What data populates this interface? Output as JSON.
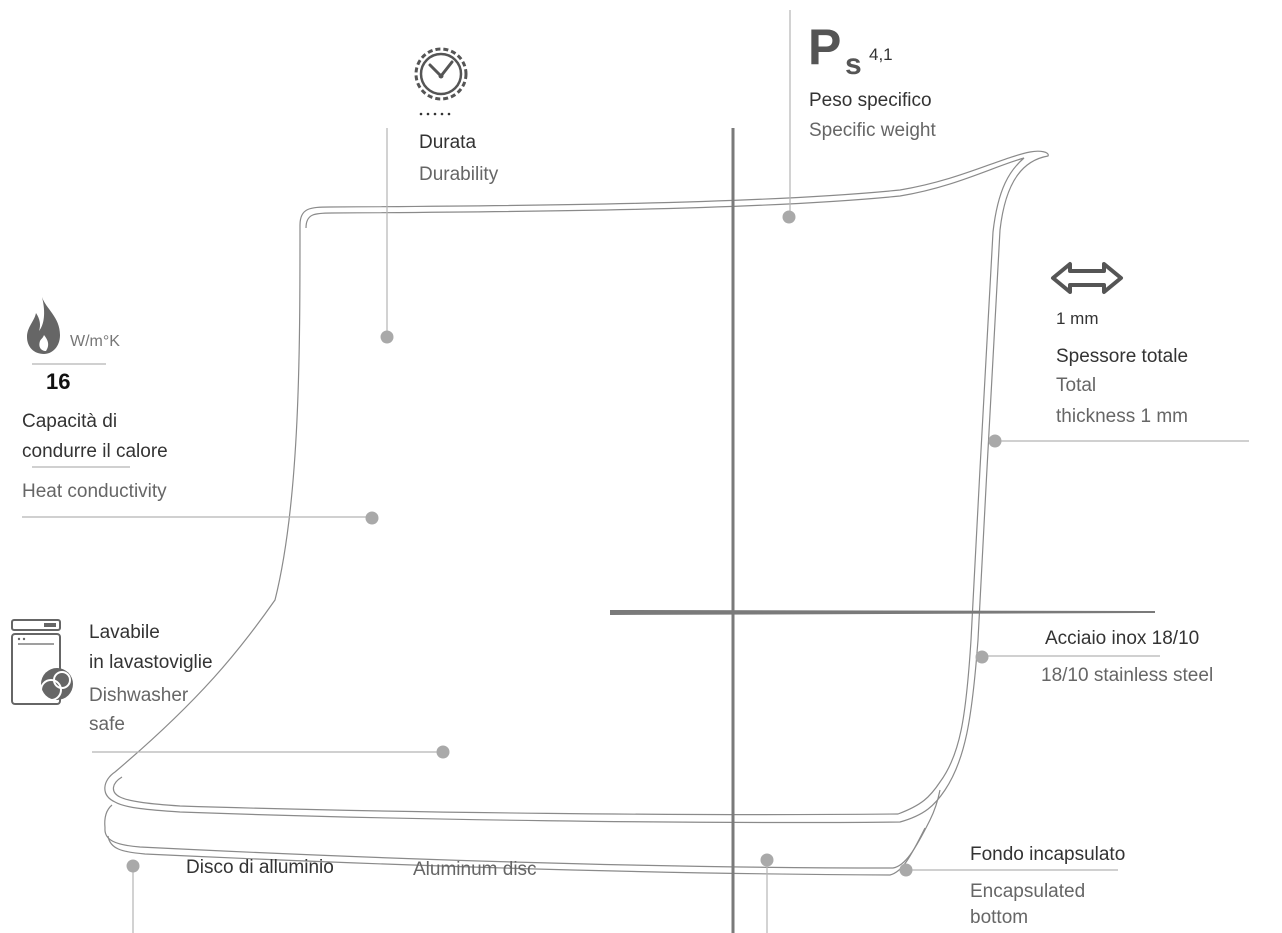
{
  "colors": {
    "line": "#b5b5b5",
    "dot": "#a9a9a9",
    "pan": "#888888",
    "axis": "#7a7a7a",
    "icon": "#666666"
  },
  "durability": {
    "icon": "clock-icon",
    "it": "Durata",
    "en": "Durability"
  },
  "specific_weight": {
    "icon": "ps-icon",
    "symbol": "P",
    "subscript": "s",
    "value": "4,1",
    "it": "Peso specifico",
    "en": "Specific weight"
  },
  "heat": {
    "icon": "flame-icon",
    "unit": "W/m°K",
    "value": "16",
    "it_line1": "Capacità di",
    "it_line2": "condurre il calore",
    "en": "Heat conductivity"
  },
  "thickness": {
    "icon": "double-arrow-icon",
    "value": "1 mm",
    "it": "Spessore totale",
    "en_line1": "Total",
    "en_line2": "thickness 1 mm"
  },
  "dishwasher": {
    "icon": "dishwasher-icon",
    "it_line1": "Lavabile",
    "it_line2": "in lavastoviglie",
    "en_line1": "Dishwasher",
    "en_line2": "safe"
  },
  "steel": {
    "it": "Acciaio inox 18/10",
    "en": "18/10 stainless steel"
  },
  "disc": {
    "it": "Disco di alluminio",
    "en": "Aluminum disc"
  },
  "bottom": {
    "it": "Fondo incapsulato",
    "en_line1": "Encapsulated",
    "en_line2": "bottom"
  }
}
